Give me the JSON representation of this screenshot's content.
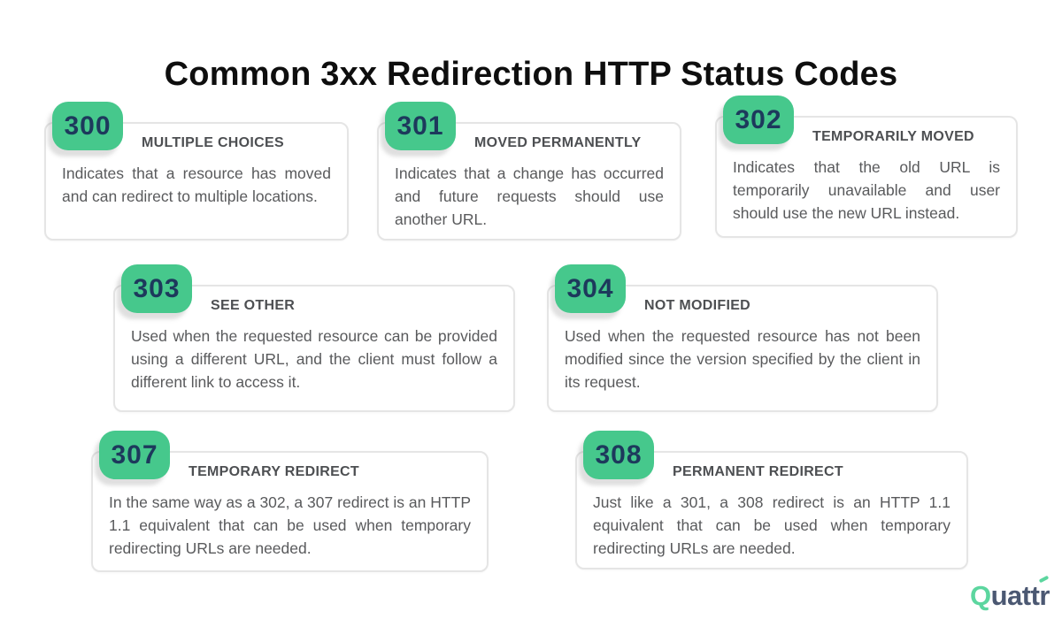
{
  "title": "Common 3xx Redirection HTTP Status Codes",
  "colors": {
    "badge_green": "#46c88c",
    "badge_number_navy": "#1d395c",
    "card_border_gray": "#e5e5e5",
    "heading_gray": "#4d4f52",
    "body_gray": "#595a5c",
    "logo_green": "#5cd69f",
    "logo_slate": "#4b5872"
  },
  "cards": [
    {
      "code": "300",
      "title": "MULTIPLE CHOICES",
      "description": "Indicates that a resource has moved and can redirect to multiple locations."
    },
    {
      "code": "301",
      "title": "MOVED PERMANENTLY",
      "description": "Indicates that a change has occurred and future requests should use another URL."
    },
    {
      "code": "302",
      "title": "TEMPORARILY MOVED",
      "description": "Indicates that the old URL is temporarily unavailable and user should use the new URL instead."
    },
    {
      "code": "303",
      "title": "SEE OTHER",
      "description": "Used when the requested resource can be provided using a different URL, and the client must follow a different link to access it."
    },
    {
      "code": "304",
      "title": "NOT MODIFIED",
      "description": "Used when the requested resource has not been modified since the version specified by the client in its request."
    },
    {
      "code": "307",
      "title": "TEMPORARY REDIRECT",
      "description": "In the same way as a 302, a 307 redirect is an HTTP 1.1 equivalent that can be used when temporary redirecting URLs are needed."
    },
    {
      "code": "308",
      "title": "PERMANENT REDIRECT",
      "description": "Just like a 301, a 308 redirect is an HTTP 1.1 equivalent that can be used when temporary redirecting URLs are needed."
    }
  ],
  "logo": {
    "q": "Q",
    "middle": "uatt",
    "r": "r"
  }
}
